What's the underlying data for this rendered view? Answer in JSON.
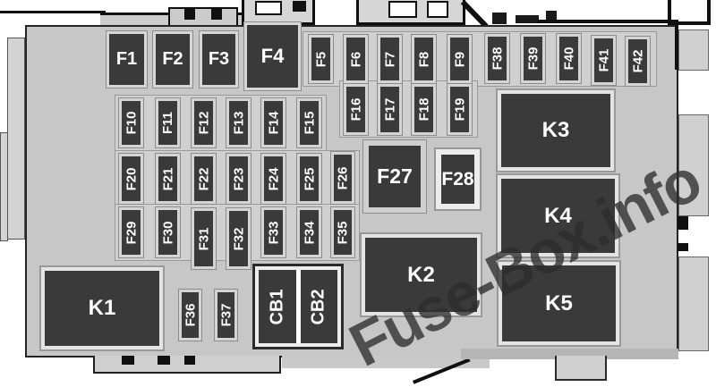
{
  "watermark": {
    "text": "Fuse-Box.info",
    "color": "rgba(45,45,45,0.78)"
  },
  "fuse_box": {
    "fuses": [
      "F1",
      "F2",
      "F3",
      "F4",
      "F5",
      "F6",
      "F7",
      "F8",
      "F9",
      "F10",
      "F11",
      "F12",
      "F13",
      "F14",
      "F15",
      "F16",
      "F17",
      "F18",
      "F19",
      "F20",
      "F21",
      "F22",
      "F23",
      "F24",
      "F25",
      "F26",
      "F27",
      "F28",
      "F29",
      "F30",
      "F31",
      "F32",
      "F33",
      "F34",
      "F35",
      "F36",
      "F37",
      "F38",
      "F39",
      "F40",
      "F41",
      "F42"
    ],
    "relays": [
      "K1",
      "K2",
      "K3",
      "K4",
      "K5"
    ],
    "circuit_breakers": [
      "CB1",
      "CB2"
    ],
    "colors": {
      "component_body": "#3a3a3a",
      "component_label": "#ffffff",
      "housing": "#c7c7c7"
    }
  }
}
